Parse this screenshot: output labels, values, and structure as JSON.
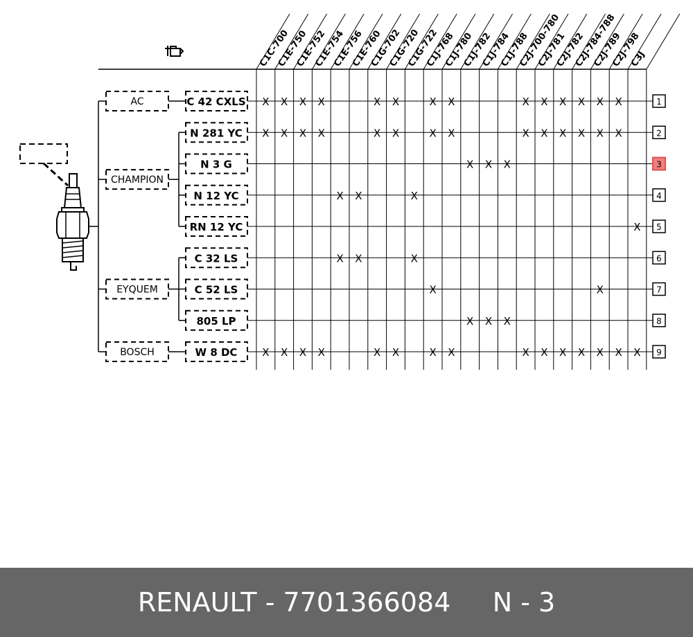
{
  "models": [
    "C1C-700",
    "C1E-750",
    "C1E-752",
    "C1E-754",
    "C1E-756",
    "C1E-760",
    "C1G-702",
    "C1G-720",
    "C1G-722",
    "C1J-768",
    "C1J-780",
    "C1J-782",
    "C1J-784",
    "C1J-788",
    "C2J-700-780",
    "C2J-781",
    "C2J-782",
    "C2J-784-788",
    "C2J-789",
    "C2J-798",
    "C3J"
  ],
  "brands": [
    {
      "label": "AC",
      "rows": [
        1
      ]
    },
    {
      "label": "CHAMPION",
      "rows": [
        2,
        3,
        4,
        5
      ]
    },
    {
      "label": "EYQUEM",
      "rows": [
        6,
        7,
        8
      ]
    },
    {
      "label": "BOSCH",
      "rows": [
        9
      ]
    }
  ],
  "parts": [
    {
      "ref": "1",
      "label": "C 42 CXLS",
      "marks": [
        0,
        1,
        2,
        3,
        6,
        7,
        9,
        10,
        14,
        15,
        16,
        17,
        18,
        19
      ]
    },
    {
      "ref": "2",
      "label": "N 281 YC",
      "marks": [
        0,
        1,
        2,
        3,
        6,
        7,
        9,
        10,
        14,
        15,
        16,
        17,
        18,
        19
      ]
    },
    {
      "ref": "3",
      "label": "N 3 G",
      "marks": [
        11,
        12,
        13
      ]
    },
    {
      "ref": "4",
      "label": "N 12 YC",
      "marks": [
        4,
        5,
        8
      ]
    },
    {
      "ref": "5",
      "label": "RN 12 YC",
      "marks": [
        20
      ]
    },
    {
      "ref": "6",
      "label": "C 32 LS",
      "marks": [
        4,
        5,
        8
      ]
    },
    {
      "ref": "7",
      "label": "C 52 LS",
      "marks": [
        9,
        18
      ]
    },
    {
      "ref": "8",
      "label": "805 LP",
      "marks": [
        11,
        12,
        13
      ]
    },
    {
      "ref": "9",
      "label": "W 8 DC",
      "marks": [
        0,
        1,
        2,
        3,
        6,
        7,
        9,
        10,
        14,
        15,
        16,
        17,
        18,
        19,
        20
      ]
    }
  ],
  "mark_symbol": "X",
  "highlighted_ref": "3",
  "colors": {
    "highlight_fill": "#f08080",
    "highlight_stroke": "#e05050",
    "footer_bg": "#666666",
    "footer_text": "#ffffff"
  },
  "icons": {
    "engine": "engine-icon",
    "spark_plug": "spark-plug-illustration"
  },
  "footer": {
    "brand": "RENAULT",
    "separator": " - ",
    "part_number": "7701366084",
    "gap": "     ",
    "ref": "N - 3"
  }
}
